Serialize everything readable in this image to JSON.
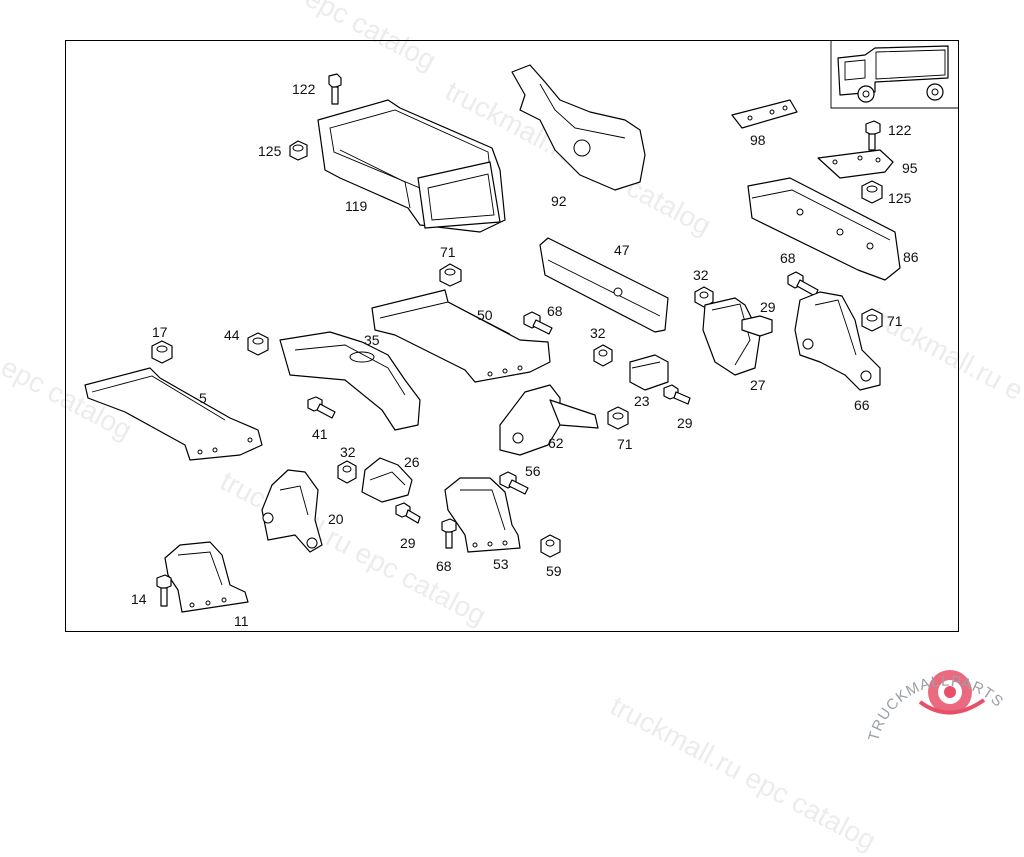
{
  "watermark": {
    "text_a": "truckmall.ru epc catalog",
    "text_b": "truckmall.ru epc catalog",
    "text_c": "truckmall.ru epc catalog",
    "text_d": "u epc catalog",
    "text_e": "truckmall.ru e",
    "color": "#969696"
  },
  "logo": {
    "text": "TRUCKMALLPARTS",
    "brand_color": "#e8506a"
  },
  "labels": {
    "l122a": "122",
    "l125a": "125",
    "l119": "119",
    "l92": "92",
    "l98": "98",
    "l122b": "122",
    "l95": "95",
    "l125b": "125",
    "l86": "86",
    "l47": "47",
    "l71a": "71",
    "l32a": "32",
    "l68a": "68",
    "l29a": "29",
    "l71b": "71",
    "l17": "17",
    "l44": "44",
    "l35": "35",
    "l50": "50",
    "l68b": "68",
    "l32b": "32",
    "l27": "27",
    "l66": "66",
    "l5": "5",
    "l41": "41",
    "l23": "23",
    "l29b": "29",
    "l62": "62",
    "l71c": "71",
    "l32c": "32",
    "l26": "26",
    "l56": "56",
    "l20": "20",
    "l29c": "29",
    "l68c": "68",
    "l53": "53",
    "l59": "59",
    "l14": "14",
    "l11": "11"
  }
}
